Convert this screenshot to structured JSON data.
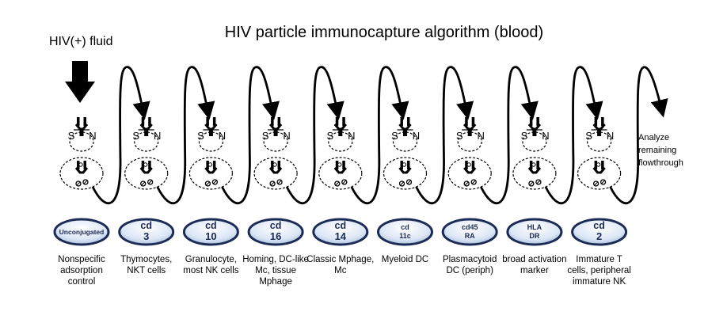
{
  "title": "HIV particle immunocapture algorithm (blood)",
  "input_label": "HIV(+) fluid",
  "output_label": "Analyze remaining flowthrough",
  "receptor_side_labels": [
    "S",
    "N"
  ],
  "columns": [
    {
      "badge": "Unconjugated",
      "caption": "Nonspecific adsorption control"
    },
    {
      "badge": "cd 3",
      "caption": "Thymocytes, NKT cells"
    },
    {
      "badge": "cd 10",
      "caption": "Granulocyte, most NK cells"
    },
    {
      "badge": "cd 16",
      "caption": "Homing, DC-like Mc, tissue Mphage"
    },
    {
      "badge": "cd 14",
      "caption": "Classic Mphage, Mc"
    },
    {
      "badge": "cd 11c",
      "caption": "Myeloid DC"
    },
    {
      "badge": "cd45 RA",
      "caption": "Plasmacytoid DC (periph)"
    },
    {
      "badge": "HLA DR",
      "caption": "broad activation marker"
    },
    {
      "badge": "cd 2",
      "caption": "Immature T cells, peripheral immature NK"
    }
  ],
  "colors": {
    "badge_fill": "#dbe6f5",
    "badge_edge": "#1c2b55",
    "line": "#000000"
  }
}
